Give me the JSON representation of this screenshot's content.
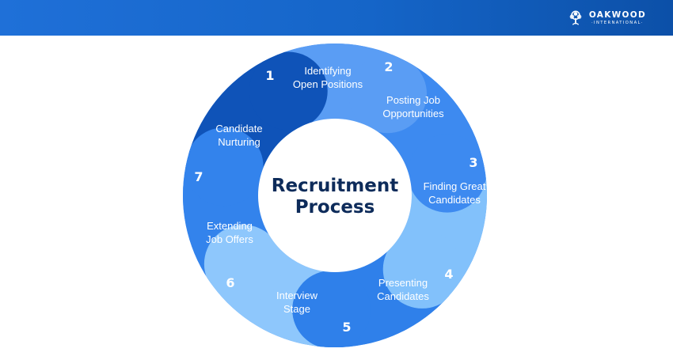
{
  "brand": {
    "name": "OAKWOOD",
    "tagline": "·INTERNATIONAL·",
    "header_color": "#1565c8"
  },
  "diagram": {
    "title_lines": [
      "Recruitment",
      "Process"
    ],
    "stages": [
      {
        "number": "1",
        "label_lines": [
          "Identifying",
          "Open Positions"
        ],
        "color": "#5a9df4"
      },
      {
        "number": "2",
        "label_lines": [
          "Posting Job",
          "Opportunities"
        ],
        "color": "#3d8af0"
      },
      {
        "number": "3",
        "label_lines": [
          "Finding Great",
          "Candidates"
        ],
        "color": "#82c1fb"
      },
      {
        "number": "4",
        "label_lines": [
          "Presenting",
          "Candidates"
        ],
        "color": "#2f80ea"
      },
      {
        "number": "5",
        "label_lines": [
          "Interview",
          "Stage"
        ],
        "color": "#8ec7fc"
      },
      {
        "number": "6",
        "label_lines": [
          "Extending",
          "Job Offers"
        ],
        "color": "#3383ec"
      },
      {
        "number": "7",
        "label_lines": [
          "Candidate",
          "Nurturing"
        ],
        "color": "#0f53b8"
      }
    ],
    "ring_color": "#4a94f2"
  }
}
